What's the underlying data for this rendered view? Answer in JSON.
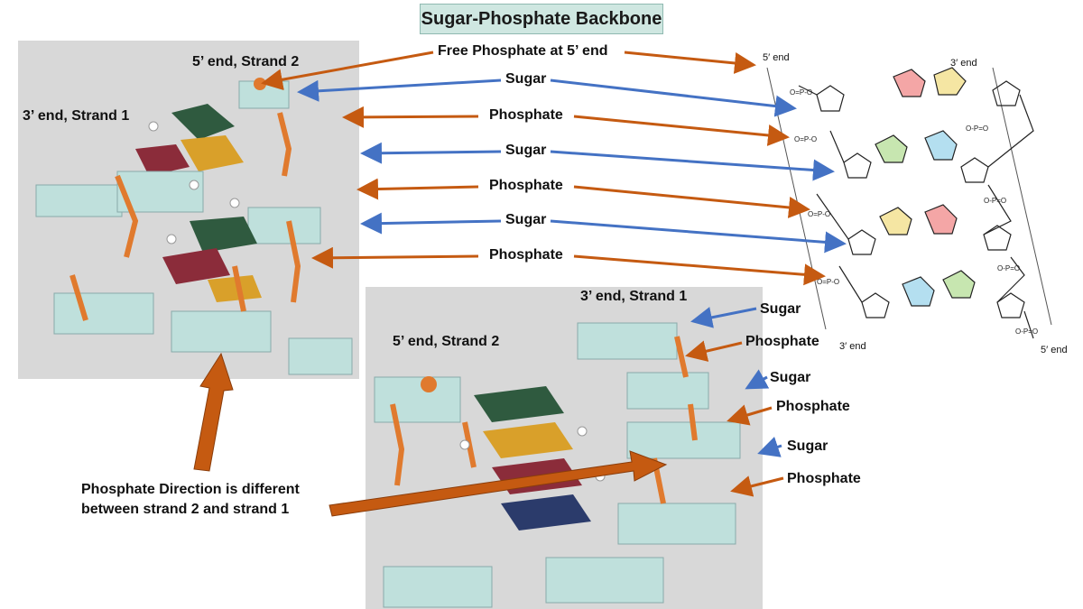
{
  "title": "Sugar-Phosphate Backbone",
  "colors": {
    "orange": "#c55a11",
    "blue": "#4472c4",
    "title_bg": "#cfe7e1",
    "panel_bg": "#d8d8d8"
  },
  "left_panel": {
    "label_5end": "5’ end, Strand 2",
    "label_3end": "3’ end, Strand 1"
  },
  "bottom_panel": {
    "label_3end": "3’ end, Strand 1",
    "label_5end": "5’ end, Strand 2"
  },
  "center_labels": {
    "free_phosphate": "Free Phosphate at 5’ end",
    "sugar_1": "Sugar",
    "phosphate_1": "Phosphate",
    "sugar_2": "Sugar",
    "phosphate_2": "Phosphate",
    "sugar_3": "Sugar",
    "phosphate_3": "Phosphate"
  },
  "right_labels": {
    "sugar_1": "Sugar",
    "phosphate_1": "Phosphate",
    "sugar_2": "Sugar",
    "phosphate_2": "Phosphate",
    "sugar_3": "Sugar",
    "phosphate_3": "Phosphate"
  },
  "direction_note": {
    "line1": "Phosphate Direction is different",
    "line2": "between strand 2 and strand 1"
  },
  "chem": {
    "top_left": "5′ end",
    "top_right": "3′ end",
    "bottom_left": "3′ end",
    "bottom_right": "5′ end"
  }
}
